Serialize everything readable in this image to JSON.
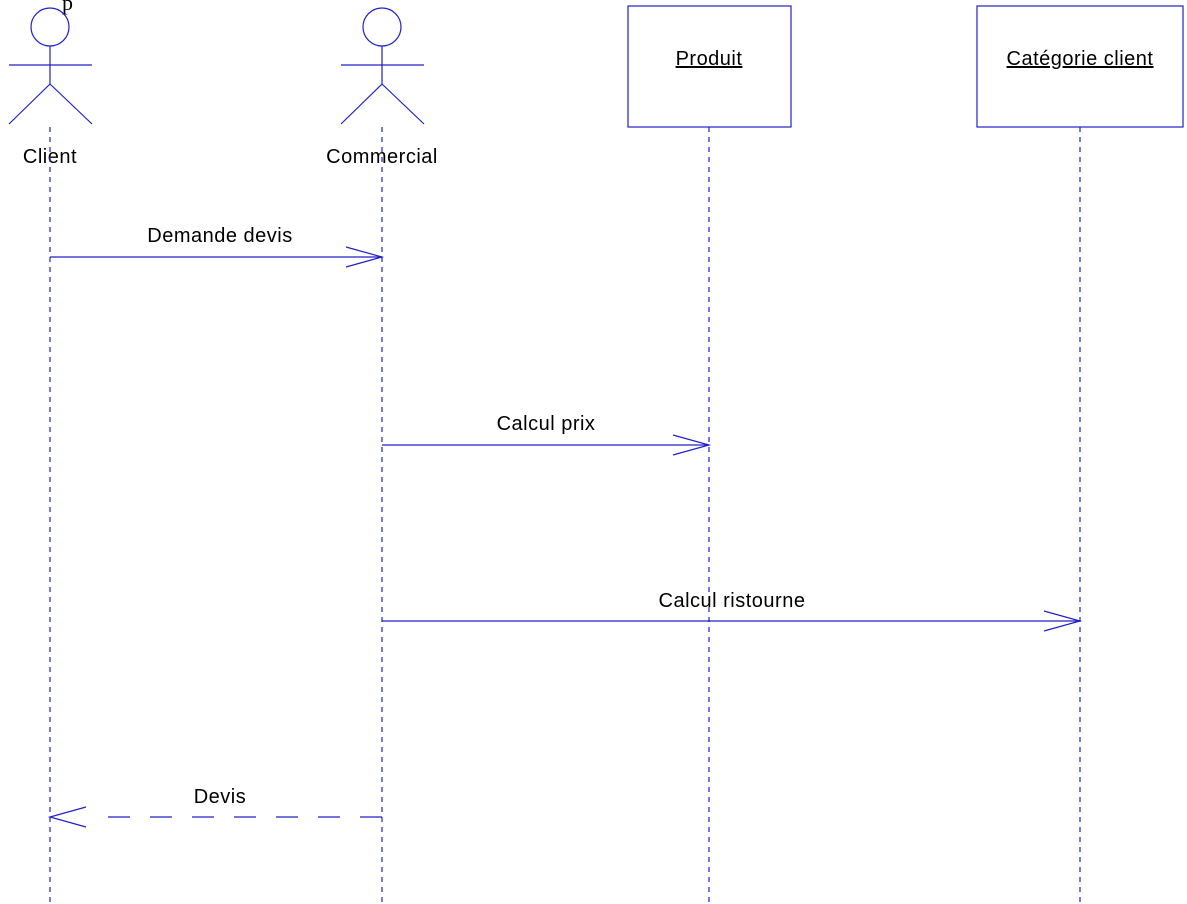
{
  "participants": [
    {
      "id": "client",
      "kind": "actor",
      "label": "Client"
    },
    {
      "id": "commercial",
      "kind": "actor",
      "label": "Commercial"
    },
    {
      "id": "produit",
      "kind": "object",
      "label": "Produit"
    },
    {
      "id": "categorie",
      "kind": "object",
      "label": "Catégorie client"
    }
  ],
  "messages": [
    {
      "from": "client",
      "to": "commercial",
      "label": "Demande devis",
      "style": "sync"
    },
    {
      "from": "commercial",
      "to": "produit",
      "label": "Calcul prix",
      "style": "sync"
    },
    {
      "from": "commercial",
      "to": "categorie",
      "label": "Calcul ristourne",
      "style": "sync"
    },
    {
      "from": "commercial",
      "to": "client",
      "label": "Devis",
      "style": "return"
    }
  ],
  "colors": {
    "line": "#2020c8",
    "text": "#000000",
    "background": "#ffffff"
  }
}
